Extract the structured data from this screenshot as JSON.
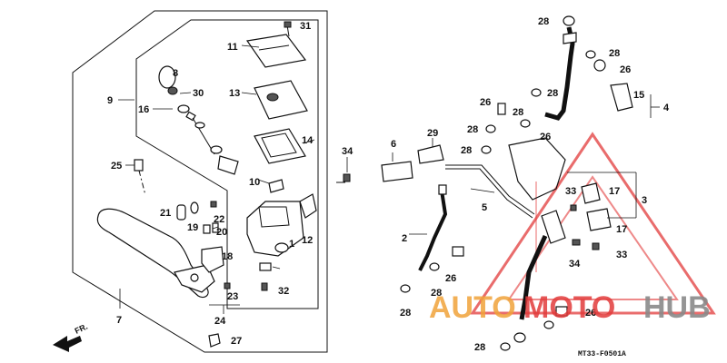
{
  "labels": {
    "l1": "1",
    "l2": "2",
    "l3": "3",
    "l4": "4",
    "l5": "5",
    "l6": "6",
    "l7": "7",
    "l8": "8",
    "l9": "9",
    "l10": "10",
    "l11": "11",
    "l12": "12",
    "l13": "13",
    "l14": "14",
    "l15": "15",
    "l16": "16",
    "l17a": "17",
    "l17b": "17",
    "l18": "18",
    "l19": "19",
    "l20": "20",
    "l21": "21",
    "l22": "22",
    "l23": "23",
    "l24": "24",
    "l25": "25",
    "l26a": "26",
    "l26b": "26",
    "l26c": "26",
    "l26d": "26",
    "l26e": "26",
    "l27": "27",
    "l28a": "28",
    "l28b": "28",
    "l28c": "28",
    "l28d": "28",
    "l28e": "28",
    "l28f": "28",
    "l28g": "28",
    "l28h": "28",
    "l28i": "28",
    "l29": "29",
    "l30": "30",
    "l31": "31",
    "l32": "32",
    "l33a": "33",
    "l33b": "33",
    "l34a": "34",
    "l34b": "34"
  },
  "direction_label": "FR.",
  "diagram_code": "MT33-F0501A",
  "watermark": {
    "part1": "AUTO",
    "part2": "MOTO",
    "part3": "HUB",
    "color_orange": "#f0a23a",
    "color_red": "#e23b3b",
    "color_gray": "#8a8a8a"
  }
}
